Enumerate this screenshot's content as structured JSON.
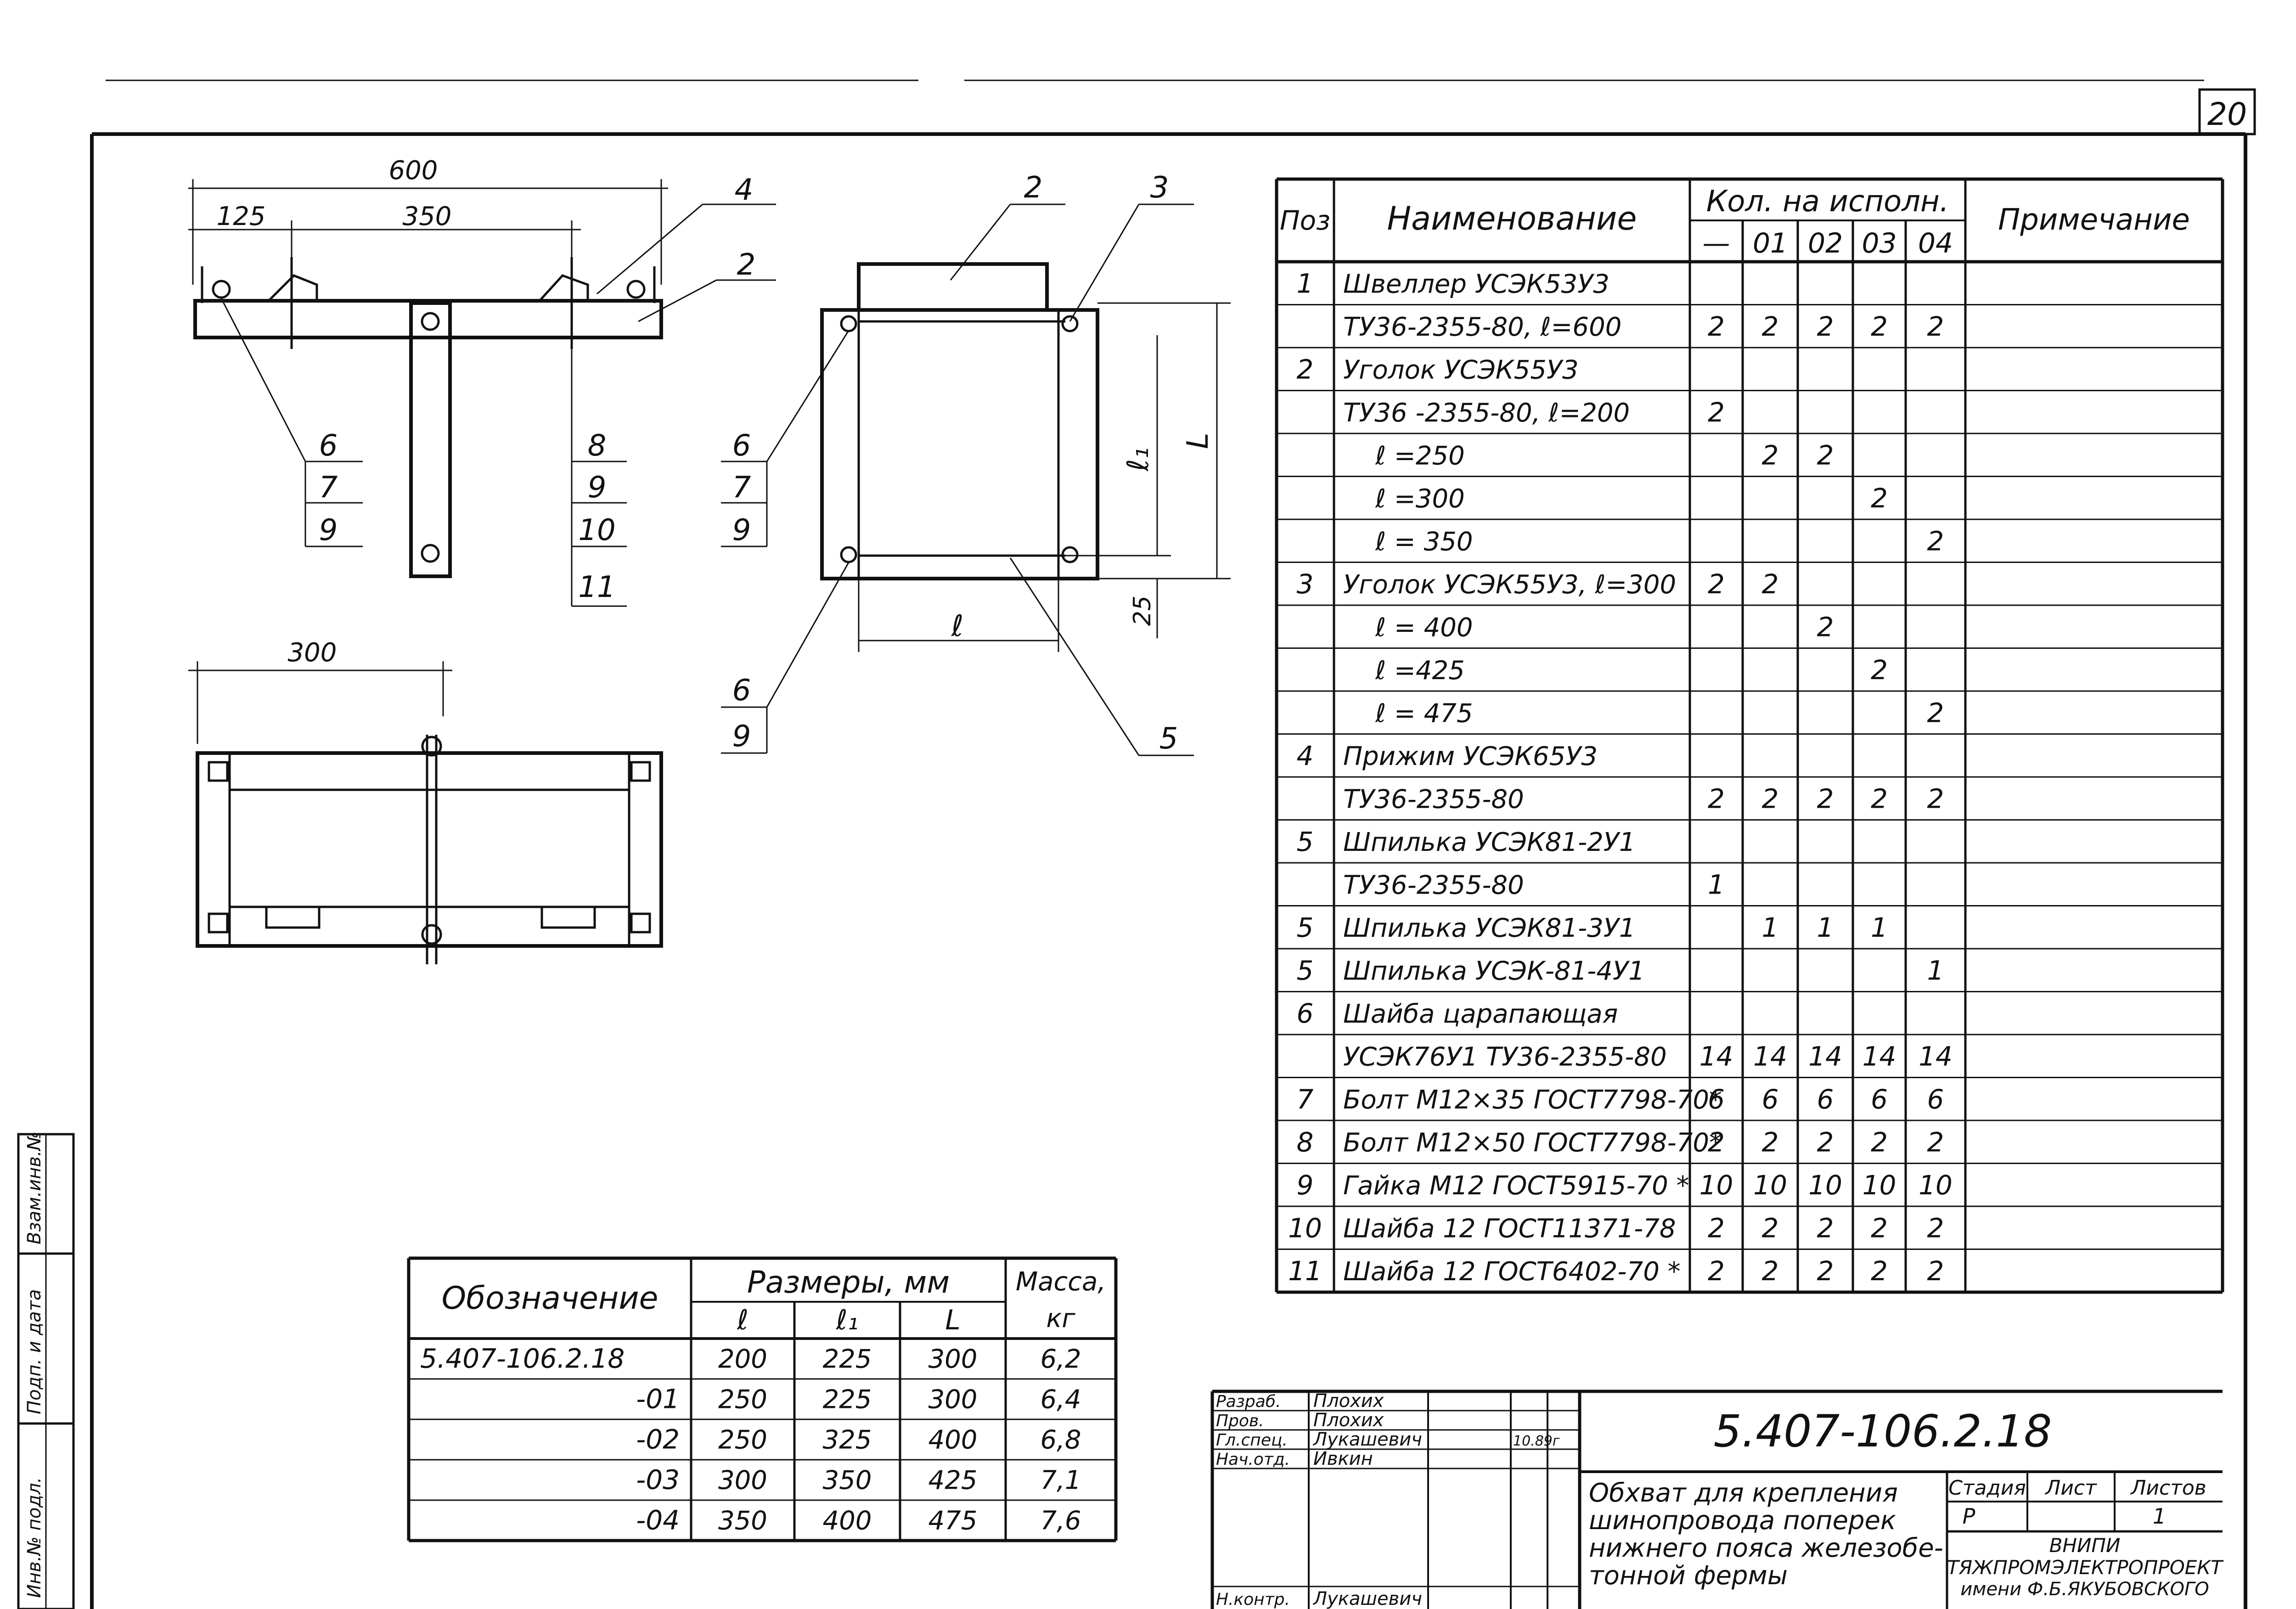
{
  "sheet_number": "20",
  "top_view": {
    "dim_total": "600",
    "dim_left": "125",
    "dim_mid": "350",
    "callout_4": "4",
    "callout_2": "2",
    "callout_left": [
      "6",
      "7",
      "9"
    ],
    "callout_right": [
      "8",
      "9",
      "10",
      "11"
    ]
  },
  "plan_view": {
    "dim_width": "300"
  },
  "side_view": {
    "callout_2": "2",
    "callout_3": "3",
    "callout_top_left": [
      "6",
      "7",
      "9"
    ],
    "callout_bottom_left": [
      "6",
      "9"
    ],
    "callout_5": "5",
    "dim_l": "ℓ",
    "dim_l1": "ℓ₁",
    "dim_L": "L",
    "dim_25": "25"
  },
  "spec_table": {
    "headers": {
      "pos": "Поз",
      "name": "Наименование",
      "qty": "Кол. на исполн.",
      "variants": [
        "—",
        "01",
        "02",
        "03",
        "04"
      ],
      "note": "Примечание"
    },
    "rows": [
      {
        "pos": "1",
        "name": "Швеллер УСЭК53У3",
        "q": [
          "",
          "",
          "",
          "",
          ""
        ]
      },
      {
        "pos": "",
        "name": "ТУ36-2355-80, ℓ=600",
        "q": [
          "2",
          "2",
          "2",
          "2",
          "2"
        ]
      },
      {
        "pos": "2",
        "name": "Уголок УСЭК55У3",
        "q": [
          "",
          "",
          "",
          "",
          ""
        ]
      },
      {
        "pos": "",
        "name": "ТУ36 -2355-80, ℓ=200",
        "q": [
          "2",
          "",
          "",
          "",
          ""
        ]
      },
      {
        "pos": "",
        "name": "ℓ =250",
        "q": [
          "",
          "2",
          "2",
          "",
          ""
        ]
      },
      {
        "pos": "",
        "name": "ℓ =300",
        "q": [
          "",
          "",
          "",
          "2",
          ""
        ]
      },
      {
        "pos": "",
        "name": "ℓ = 350",
        "q": [
          "",
          "",
          "",
          "",
          "2"
        ]
      },
      {
        "pos": "3",
        "name": "Уголок УСЭК55У3, ℓ=300",
        "q": [
          "2",
          "2",
          "",
          "",
          ""
        ]
      },
      {
        "pos": "",
        "name": "ℓ = 400",
        "q": [
          "",
          "",
          "2",
          "",
          ""
        ]
      },
      {
        "pos": "",
        "name": "ℓ =425",
        "q": [
          "",
          "",
          "",
          "2",
          ""
        ]
      },
      {
        "pos": "",
        "name": "ℓ = 475",
        "q": [
          "",
          "",
          "",
          "",
          "2"
        ]
      },
      {
        "pos": "4",
        "name": "Прижим УСЭК65У3",
        "q": [
          "",
          "",
          "",
          "",
          ""
        ]
      },
      {
        "pos": "",
        "name": "ТУ36-2355-80",
        "q": [
          "2",
          "2",
          "2",
          "2",
          "2"
        ]
      },
      {
        "pos": "5",
        "name": "Шпилька УСЭК81-2У1",
        "q": [
          "",
          "",
          "",
          "",
          ""
        ]
      },
      {
        "pos": "",
        "name": "ТУ36-2355-80",
        "q": [
          "1",
          "",
          "",
          "",
          ""
        ]
      },
      {
        "pos": "5",
        "name": "Шпилька УСЭК81-3У1",
        "q": [
          "",
          "1",
          "1",
          "1",
          ""
        ]
      },
      {
        "pos": "5",
        "name": "Шпилька УСЭК-81-4У1",
        "q": [
          "",
          "",
          "",
          "",
          "1"
        ]
      },
      {
        "pos": "6",
        "name": "Шайба царапающая",
        "q": [
          "",
          "",
          "",
          "",
          ""
        ]
      },
      {
        "pos": "",
        "name": "УСЭК76У1 ТУ36-2355-80",
        "q": [
          "14",
          "14",
          "14",
          "14",
          "14"
        ]
      },
      {
        "pos": "7",
        "name": "Болт М12×35 ГОСТ7798-70*",
        "q": [
          "6",
          "6",
          "6",
          "6",
          "6"
        ]
      },
      {
        "pos": "8",
        "name": "Болт М12×50 ГОСТ7798-70*",
        "q": [
          "2",
          "2",
          "2",
          "2",
          "2"
        ]
      },
      {
        "pos": "9",
        "name": "Гайка М12 ГОСТ5915-70 *",
        "q": [
          "10",
          "10",
          "10",
          "10",
          "10"
        ]
      },
      {
        "pos": "10",
        "name": "Шайба 12 ГОСТ11371-78",
        "q": [
          "2",
          "2",
          "2",
          "2",
          "2"
        ]
      },
      {
        "pos": "11",
        "name": "Шайба 12 ГОСТ6402-70 *",
        "q": [
          "2",
          "2",
          "2",
          "2",
          "2"
        ]
      }
    ]
  },
  "dims_table": {
    "h_designation": "Обозначение",
    "h_sizes": "Размеры, мм",
    "h_mass": "Масса,",
    "h_mass_unit": "кг",
    "h_l": "ℓ",
    "h_l1": "ℓ₁",
    "h_L": "L",
    "rows": [
      {
        "des": "5.407-106.2.18",
        "l": "200",
        "l1": "225",
        "L": "300",
        "m": "6,2"
      },
      {
        "des": "-01",
        "l": "250",
        "l1": "225",
        "L": "300",
        "m": "6,4"
      },
      {
        "des": "-02",
        "l": "250",
        "l1": "325",
        "L": "400",
        "m": "6,8"
      },
      {
        "des": "-03",
        "l": "300",
        "l1": "350",
        "L": "425",
        "m": "7,1"
      },
      {
        "des": "-04",
        "l": "350",
        "l1": "400",
        "L": "475",
        "m": "7,6"
      }
    ]
  },
  "title_block": {
    "doc_number": "5.407-106.2.18",
    "title_lines": [
      "Обхват для крепления",
      "шинопровода поперек",
      "нижнего пояса железобе-",
      "тонной фермы"
    ],
    "roles": [
      "Разраб.",
      "Пров.",
      "Гл.спец.",
      "Нач.отд.",
      "Н.контр."
    ],
    "names": [
      "Плохих",
      "Плохих",
      "Лукашевич",
      "Ивкин",
      "Лукашевич"
    ],
    "date": "10.89г",
    "stage_label": "Стадия",
    "sheet_label": "Лист",
    "sheets_label": "Листов",
    "stage": "Р",
    "sheets": "1",
    "org_lines": [
      "ВНИПИ",
      "ТЯЖПРОМЭЛЕКТРОПРОЕКТ",
      "имени Ф.Б.ЯКУБОВСКОГО"
    ]
  },
  "side_stamp": [
    "Инв.№ подл.",
    "Подп. и дата",
    "Взам.инв.№"
  ]
}
